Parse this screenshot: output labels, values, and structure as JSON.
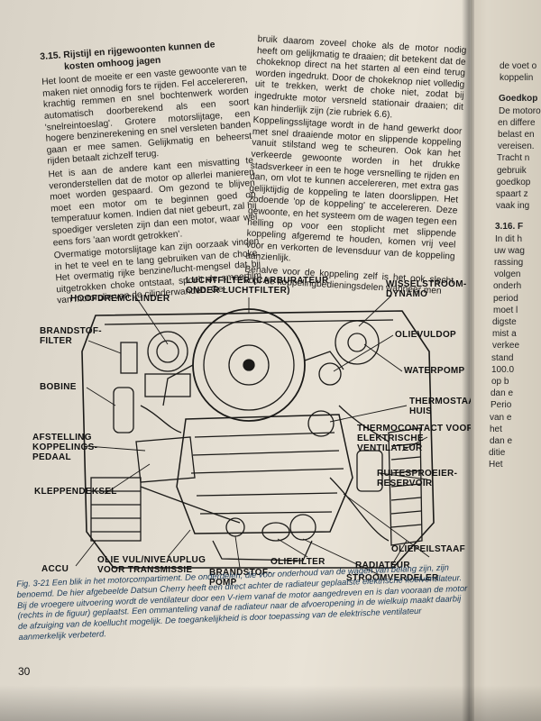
{
  "section": {
    "number": "3.15.",
    "title_line1": "Rijstijl en rijgewoonten kunnen de",
    "title_line2": "kosten omhoog jagen"
  },
  "left_column": [
    "Het loont de moeite er een vaste gewoonte van te maken niet onnodig fors te rijden. Fel accelereren, krachtig remmen en snel bochtenwerk worden automatisch doorberekend als een soort 'snelreintoeslag'. Grotere motorslijtage, een hogere benzinerekening en snel versleten banden gaan er mee samen. Gelijkmatig en beheerst rijden betaalt zichzelf terug.",
    "Het is aan de andere kant een misvatting te veronderstellen dat de motor op allerlei manieren moet worden gespaard. Om gezond te blijven moet een motor om te beginnen goed op temperatuur komen. Indien dat niet gebeurt, zal hij spoediger versleten zijn dan een motor, waar wel eens fors 'aan wordt getrokken'.",
    "Overmatige motorslijtage kan zijn oorzaak vinden in het te veel en te lang gebruiken van de choke. Het overmatig rijke benzine/lucht-mengsel dat bij uitgetrokken choke ontstaat, spoelt de smeerfilm van motorolie van de cilinderwanden. Ge-"
  ],
  "right_column": [
    "bruik daarom zoveel choke als de motor nodig heeft om gelijkmatig te draaien; dit betekent dat de chokeknop direct na het starten al een eind terug worden ingedrukt. Door de chokeknop niet volledig uit te trekken, werkt de choke niet, zodat bij ingedrukte motor versneld stationair draaien; dit kan hinderlijk zijn (zie rubriek 6.6).",
    "Koppelingsslijtage wordt in de hand gewerkt door met snel draaiende motor en slippende koppeling vanuit stilstand weg te scheuren. Ook kan het verkeerde gewoonte worden in het drukke stadsverkeer in een te hoge versnelling te rijden en dan, om vlot te kunnen accelereren, met extra gas gelijktijdig de koppeling te laten doorslippen. Het zodoende 'op de koppeling' te accelereren. Deze gewoonte, en het systeem om de wagen tegen een helling op voor een stoplicht met slippende koppeling afgeremd te houden, komen vrij veel voor en verkorten de levensduur van de koppeling aanzienlijk.",
    "Behalve voor de koppeling zelf is het ook slecht voor de koppelingbedieningsdelen wanneer men"
  ],
  "right_page_lines": [
    "de voet o",
    "koppelin",
    "",
    "Goedkop",
    "De motoro",
    "en differe",
    "belast en",
    "vereisen.",
    "Tracht n",
    "gebruik",
    "goedkop",
    "spaart z",
    "vaak ing",
    "",
    "3.16. F",
    "In dit h",
    "uw wag",
    "rassing",
    "volgen",
    "onderh",
    "period",
    "moet l",
    "digste",
    "mist a",
    "verkee",
    "stand",
    "100.0",
    "op b",
    "dan e",
    "Perio",
    "van e",
    "het",
    "dan e",
    "ditie",
    "Het"
  ],
  "figure_labels": {
    "luchtfilter": "LUCHTFILTER (CARBURATEUR\nONDER LUCHTFILTER)",
    "hoofdremcilinder": "HOOFDREMCILINDER",
    "wisselstroom": "WISSELSTROOM-\nDYNAMO",
    "brandstoffilter": "BRANDSTOF-\nFILTER",
    "olievuldop": "OLIEVULDOP",
    "bobine": "BOBINE",
    "waterpomp": "WATERPOMP",
    "thermostaathuis": "THERMOSTAAT-\nHUIS",
    "afstelling": "AFSTELLING\nKOPPELINGS-\nPEDAAL",
    "thermocontact": "THERMOCONTACT VOOR\nELEKTRISCHE\nVENTILATEUR",
    "kleppendeksel": "KLEPPENDEKSEL",
    "ruitensproeier": "RUITESPROEIER-\nRESERVOIR",
    "oliepeilstaaf": "OLIEPEILSTAAF",
    "accu": "ACCU",
    "olievulniveau": "OLIE VUL/NIVEAUPLUG\nVOOR TRANSMISSIE",
    "brandstofpomp": "BRANDSTOF-\nPOMP",
    "oliefilter": "OLIEFILTER",
    "radiateur": "RADIATEUR",
    "stroomverdeler": "STROOMVERDELER"
  },
  "caption": {
    "figure_ref": "Fig. 3-21",
    "text": "Een blik in het motorcompartiment. De onderdelen, die voor onderhoud van de wagen van belang zijn, zijn benoemd. De hier afgebeelde Datsun Cherry heeft een direct achter de radiateur geplaatste elektrische koelventilateur. Bij de vroegere uitvoering wordt de ventilateur door een V-riem vanaf de motor aangedreven en is dan vooraan de motor (rechts in de figuur) geplaatst. Een ommanteling vanaf de radiateur naar de afvoeropening in de wielkuip maakt daarbij de afzuiging van de koellucht mogelijk. De toegankelijkheid is door toepassing van de elektrische ventilateur aanmerkelijk verbeterd."
  },
  "page_number": "30",
  "colors": {
    "paper": "#e3ddd1",
    "ink": "#1d1b19",
    "caption_ink": "#1a3a5a"
  }
}
